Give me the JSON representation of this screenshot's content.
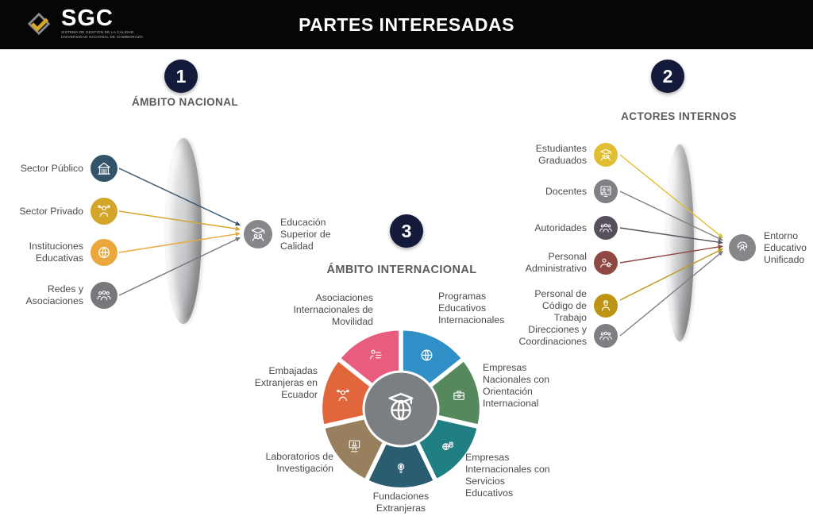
{
  "header": {
    "title": "PARTES INTERESADAS",
    "logo": {
      "name": "SGC",
      "tagline1": "SISTEMA DE GESTIÓN DE LA CALIDAD",
      "tagline2": "UNIVERSIDAD NACIONAL DE CHIMBORAZO",
      "check_color": "#d4a62a"
    }
  },
  "nacional": {
    "badge": "1",
    "title": "ÁMBITO NACIONAL",
    "items": [
      {
        "label": "Sector Público",
        "color": "#33536b",
        "icon": "government-building-icon"
      },
      {
        "label": "Sector Privado",
        "color": "#d3a52b",
        "icon": "business-person-icon"
      },
      {
        "label": "Instituciones Educativas",
        "color": "#eaa83c",
        "icon": "education-globe-icon"
      },
      {
        "label": "Redes y Asociaciones",
        "color": "#77787b",
        "icon": "network-people-icon"
      }
    ],
    "target": {
      "label": "Educación Superior de Calidad",
      "color": "#85878a",
      "icon": "graduates-icon"
    }
  },
  "internos": {
    "badge": "2",
    "title": "ACTORES INTERNOS",
    "items": [
      {
        "label": "Estudiantes Graduados",
        "color": "#e0bd31",
        "icon": "graduate-icon"
      },
      {
        "label": "Docentes",
        "color": "#7f8184",
        "icon": "teacher-icon"
      },
      {
        "label": "Autoridades",
        "color": "#57505c",
        "icon": "authority-group-icon"
      },
      {
        "label": "Personal Administrativo",
        "color": "#8f4842",
        "icon": "admin-gear-person-icon"
      },
      {
        "label": "Personal de Código de Trabajo",
        "color": "#bd9414",
        "icon": "worker-icon"
      },
      {
        "label": "Direcciones y Coordinaciones",
        "color": "#7d7f82",
        "icon": "coordination-people-icon"
      }
    ],
    "target": {
      "label": "Entorno Educativo Unificado",
      "color": "#85878a",
      "icon": "unified-person-icon"
    }
  },
  "internacional": {
    "badge": "3",
    "title": "ÁMBITO INTERNACIONAL",
    "center_color": "#7c7f82",
    "center_icon": "globe-graduation-icon",
    "segments": [
      {
        "label": "Programas Educativos Internacionales",
        "color": "#2f8fc6",
        "icon": "globe-icon"
      },
      {
        "label": "Empresas Nacionales con Orientación Internacional",
        "color": "#55885c",
        "icon": "briefcase-globe-icon"
      },
      {
        "label": "Empresas Internacionales con Servicios Educativos",
        "color": "#1f7f83",
        "icon": "global-services-icon"
      },
      {
        "label": "Fundaciones Extranjeras",
        "color": "#2a5d70",
        "icon": "funding-bulb-icon"
      },
      {
        "label": "Laboratorios de Investigación",
        "color": "#98805e",
        "icon": "research-lab-icon"
      },
      {
        "label": "Embajadas Extranjeras en Ecuador",
        "color": "#e2663c",
        "icon": "embassy-delegation-icon"
      },
      {
        "label": "Asociaciones Internacionales de Movilidad",
        "color": "#e85d7d",
        "icon": "mobility-person-icon"
      }
    ]
  }
}
